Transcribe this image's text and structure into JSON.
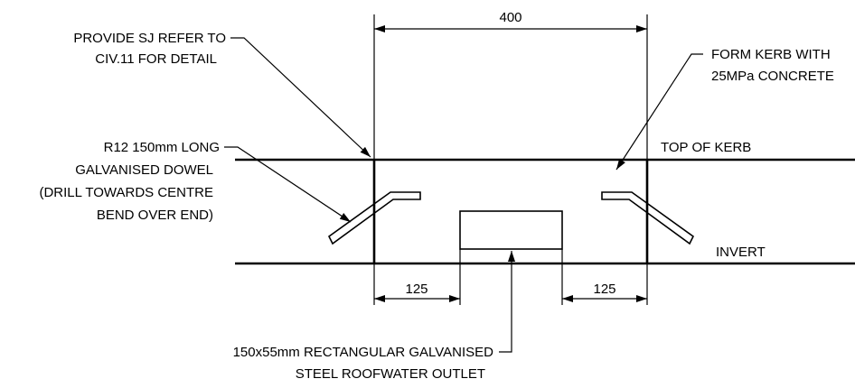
{
  "dimensions": {
    "overall": "400",
    "left_offset": "125",
    "right_offset": "125"
  },
  "labels": {
    "surface_top": "TOP OF KERB",
    "surface_invert": "INVERT",
    "sawcut_joint": [
      "PROVIDE SJ REFER TO",
      "CIV.11 FOR DETAIL"
    ],
    "kerb": [
      "FORM KERB WITH",
      "25MPa CONCRETE"
    ],
    "dowel": [
      "R12 150mm LONG",
      "GALVANISED DOWEL",
      "(DRILL TOWARDS CENTRE",
      "BEND OVER END)"
    ],
    "outlet": [
      "150x55mm RECTANGULAR GALVANISED",
      "STEEL ROOFWATER OUTLET"
    ]
  },
  "colors": {
    "line": "#000000",
    "background": "#ffffff"
  }
}
